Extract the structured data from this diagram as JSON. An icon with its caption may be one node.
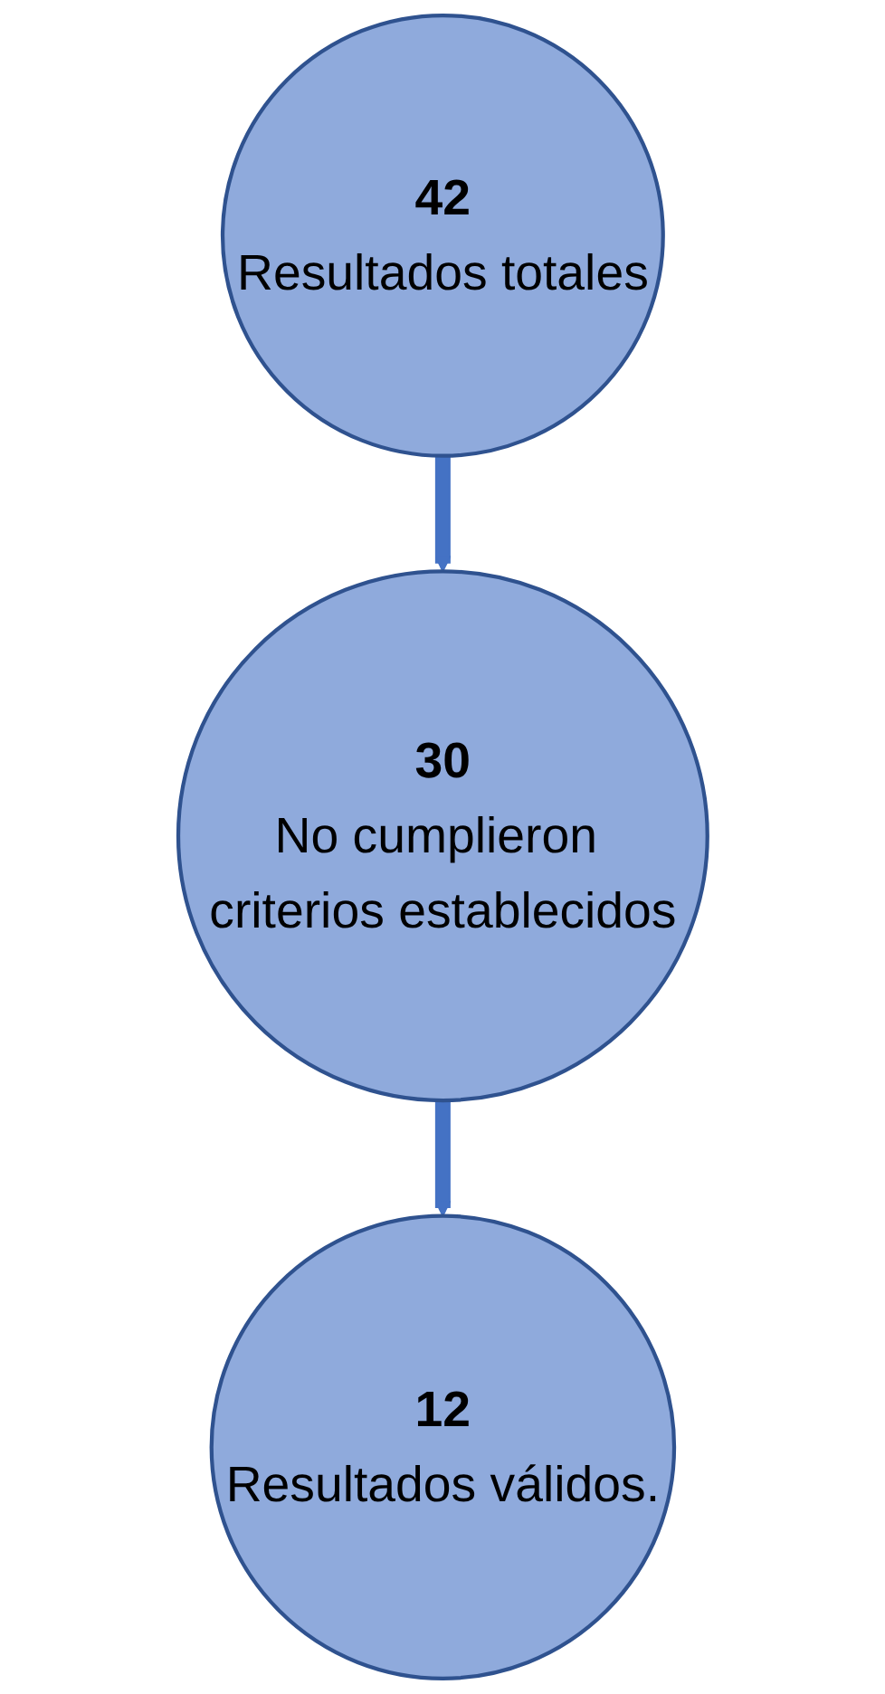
{
  "diagram": {
    "nodes": [
      {
        "text": [
          "42",
          "Resultados totales"
        ]
      },
      {
        "text": [
          "30",
          "No cumplieron criterios establecidos"
        ]
      },
      {
        "text": [
          "12",
          "Resultados válidos."
        ]
      }
    ],
    "edges": [
      {
        "from": 0,
        "to": 1,
        "arrow": "to"
      },
      {
        "from": 1,
        "to": 2,
        "arrow": "to"
      }
    ]
  }
}
